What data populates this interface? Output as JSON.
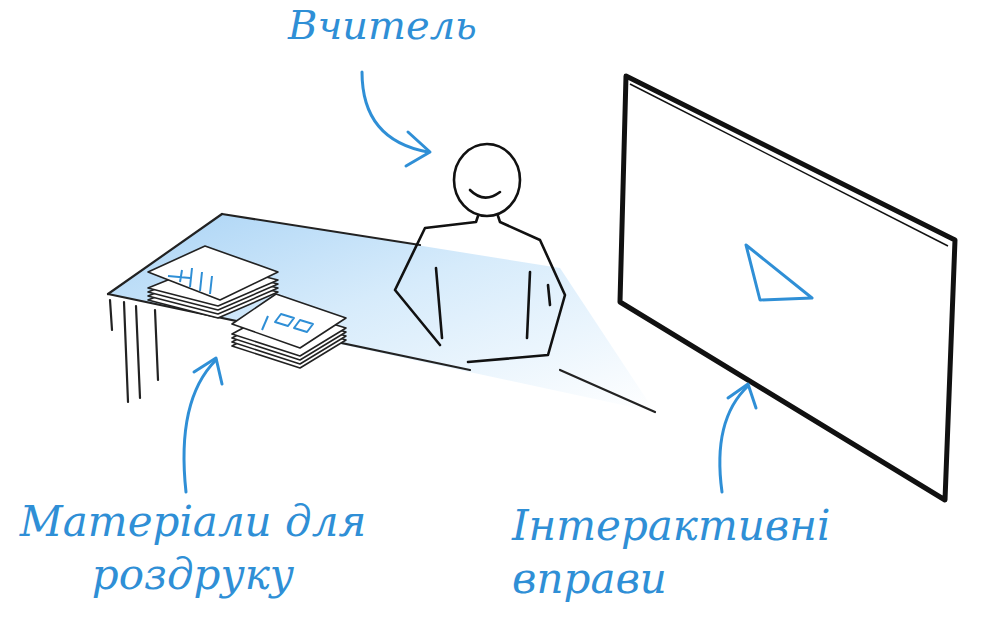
{
  "diagram": {
    "labels": [
      "Вчитель",
      "Матеріали для роздруку",
      "Інтерактивні вправи"
    ]
  }
}
